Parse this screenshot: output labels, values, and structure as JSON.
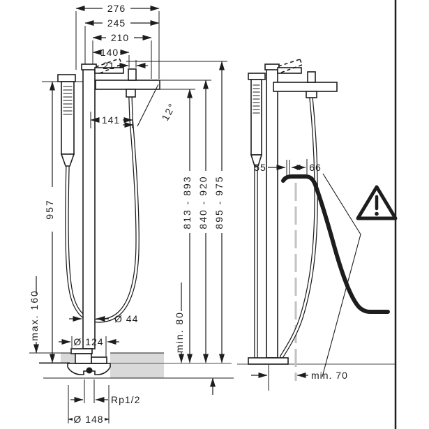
{
  "drawing": {
    "description": "Installation dimension drawing of a freestanding floor-mounted bath mixer with hand shower, front view and side view",
    "colors": {
      "line": "#1d1d1d",
      "floor_fill": "#d9d9d9",
      "floor_line": "#6f6f6f",
      "centerline": "#c2c2c2",
      "background": "#ffffff"
    },
    "front_view": {
      "width_dims": {
        "w276": "276",
        "w245": "245",
        "w210": "210",
        "w140": "140",
        "w21": "21"
      },
      "height_dims": {
        "h957": "957",
        "h813": "813 - 893",
        "h840": "840 - 920",
        "h895": "895 - 975",
        "min80": "min. 80",
        "max160": "max. 160"
      },
      "detail_dims": {
        "d141": "141",
        "angle": "12°",
        "dia44": "Ø 44",
        "dia124": "Ø 124",
        "rp": "Rp1/2",
        "dia148": "Ø 148"
      }
    },
    "side_view": {
      "dims": {
        "w55": "55",
        "w66": "66",
        "min70": "min. 70"
      },
      "warning_icon": "exclamation-triangle"
    }
  }
}
